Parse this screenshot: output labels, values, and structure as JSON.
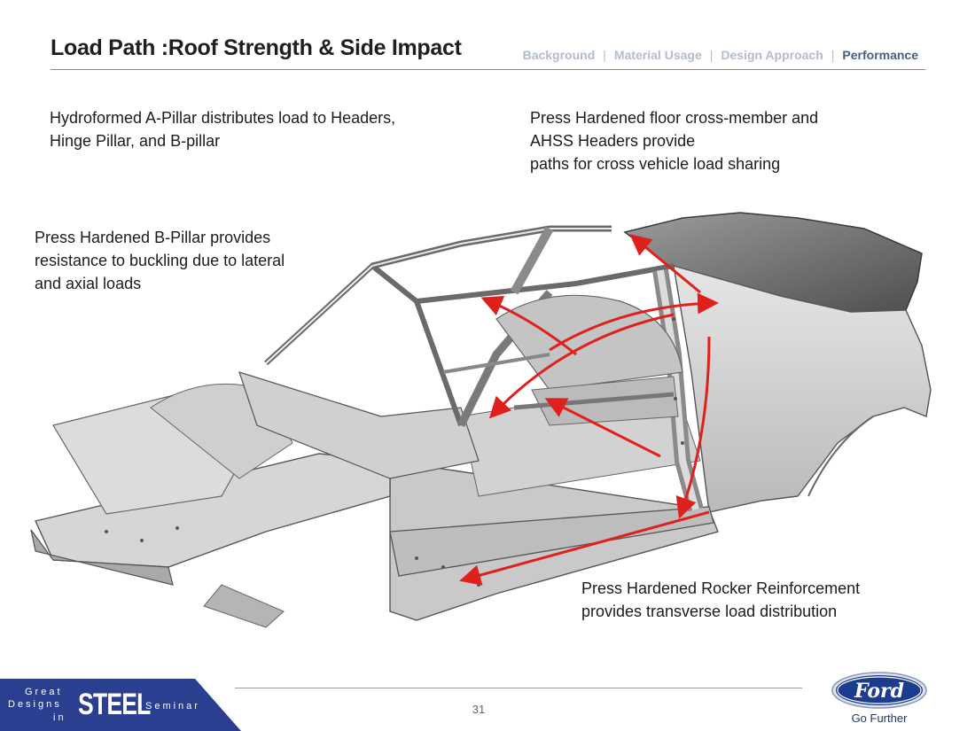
{
  "header": {
    "title": "Load Path :Roof Strength & Side Impact",
    "nav": [
      {
        "label": "Background",
        "active": false
      },
      {
        "label": "Material Usage",
        "active": false
      },
      {
        "label": "Design Approach",
        "active": false
      },
      {
        "label": "Performance",
        "active": true
      }
    ],
    "separator": "|"
  },
  "callouts": {
    "a_pillar": [
      "Hydroformed A-Pillar distributes load to Headers,",
      "Hinge Pillar, and B-pillar"
    ],
    "floor": [
      "Press Hardened floor cross-member and",
      "AHSS Headers provide",
      "paths for cross vehicle load sharing"
    ],
    "b_pillar": [
      "Press Hardened B-Pillar provides",
      "resistance to buckling due to lateral",
      "and axial loads"
    ],
    "rocker": [
      "Press Hardened Rocker Reinforcement",
      "provides transverse load distribution"
    ]
  },
  "illustration": {
    "icon": "car-body-in-white-icon",
    "arrow_color": "#e0201c"
  },
  "footer": {
    "page_number": "31",
    "badge": {
      "great": "Great",
      "designs": "Designs",
      "in": "in",
      "steel": "STEEL",
      "seminar": "Seminar"
    },
    "brand_logo_text": "Ford",
    "brand_tagline": "Go Further"
  },
  "colors": {
    "badge_blue": "#2a3f8f",
    "nav_active": "#4a5f80",
    "nav_inactive": "#b3bccc",
    "logo_blue": "#1c3d8f"
  }
}
